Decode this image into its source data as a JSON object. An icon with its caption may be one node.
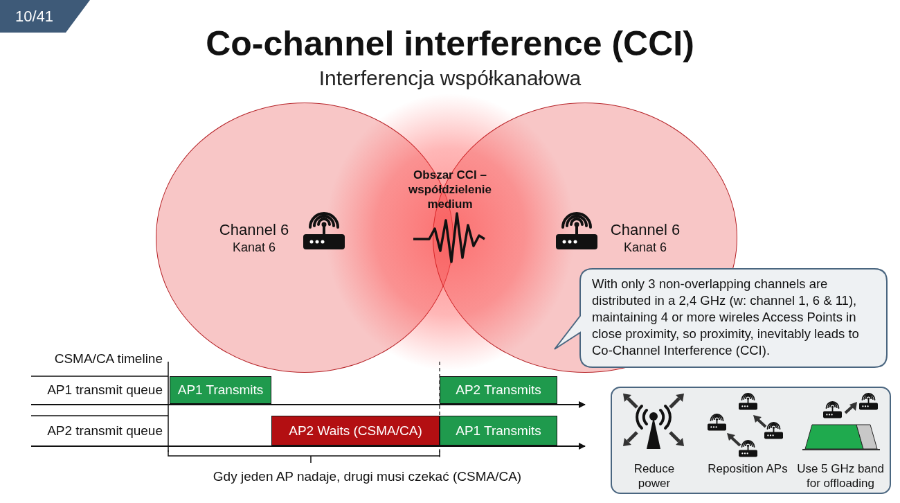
{
  "diagram": {
    "title": "Co-channel interference (CCI)",
    "nodes": [
      {
        "text": [
          "Channel 6",
          "Kanat 6"
        ]
      },
      {
        "text": [
          "Channel 6",
          "Kanat 6"
        ]
      },
      {
        "text": [
          "With only 3 non-overlapping channels are distributed in a 2,4 GHz (w: channel 1, 6 & 11), maintaining 4 or more wireles Access Points in close proximity, so proximity, inevitably leads to Co-Channel Interference (CCI)."
        ]
      },
      {
        "text": [
          "AP1 Transmits"
        ]
      },
      {
        "text": [
          "AP2 Transmits"
        ]
      },
      {
        "text": [
          "AP2 Waits (CSMA/CA)"
        ]
      },
      {
        "text": [
          "AP1 Transmits"
        ]
      },
      {
        "text": [
          "Reduce power",
          "Reposition APs",
          "Use 5 GHz band for offloading"
        ]
      }
    ],
    "labels": [
      "10/41",
      "Interferencja współkanałowa",
      "Obszar CCI – współdzielenie medium",
      "CSMA/CA timeline",
      "AP1 transmit queue",
      "AP2 transmit queue",
      "Gdy jeden AP nadaje, drugi musi czekać (CSMA/CA)"
    ]
  }
}
